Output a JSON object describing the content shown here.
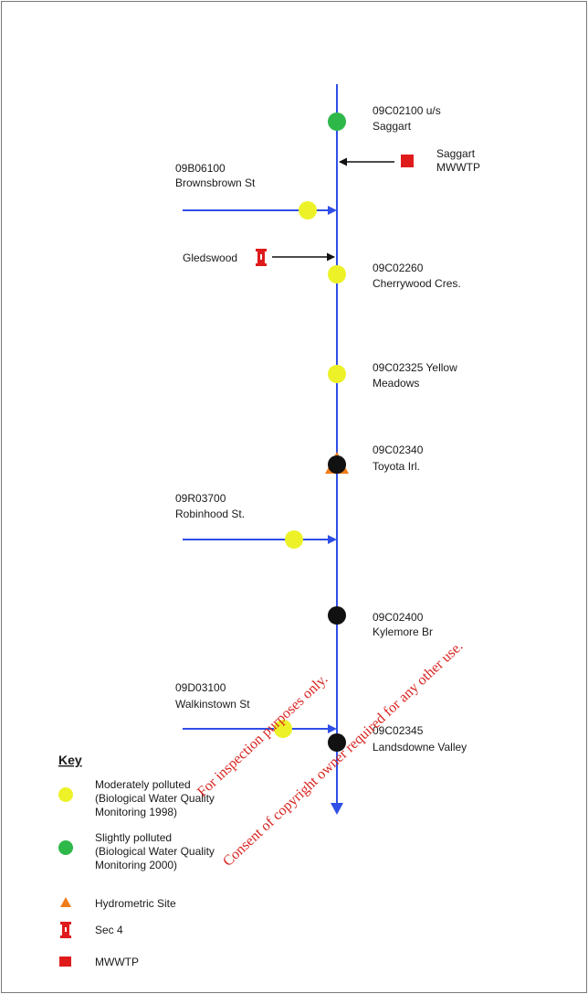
{
  "stations": [
    {
      "code": "09C02100 u/s",
      "name": "Saggart",
      "status": "slightly"
    },
    {
      "code": "09C02260",
      "name": "Cherrywood Cres.",
      "status": "moderate"
    },
    {
      "code": "09C02325 Yellow",
      "name": "Meadows",
      "status": "moderate"
    },
    {
      "code": "09C02340",
      "name": "Toyota Irl.",
      "status": "unknown",
      "hydrometric": true
    },
    {
      "code": "09C02400",
      "name": "Kylemore Br",
      "status": "unknown"
    },
    {
      "code": "09C02345",
      "name": "Landsdowne Valley",
      "status": "unknown"
    }
  ],
  "tributaries": [
    {
      "code": "09B06100",
      "name": "Brownsbrown St",
      "status": "moderate"
    },
    {
      "code": "09R03700",
      "name": "Robinhood St.",
      "status": "moderate"
    },
    {
      "code": "09D03100",
      "name": "Walkinstown St",
      "status": "moderate"
    }
  ],
  "discharges": [
    {
      "name_line1": "Saggart",
      "name_line2": "MWWTP",
      "type": "mwwtp"
    },
    {
      "name": "Gledswood",
      "type": "sec4"
    }
  ],
  "key": {
    "title": "Key",
    "items": [
      {
        "symbol": "yellow-circle",
        "color": "#ecf227",
        "lines": [
          "Moderately polluted",
          "(Biological Water Quality",
          "Monitoring 1998)"
        ]
      },
      {
        "symbol": "green-circle",
        "color": "#2eb84a",
        "lines": [
          "Slightly polluted",
          "(Biological Water Quality",
          "Monitoring 2000)"
        ]
      },
      {
        "symbol": "orange-triangle",
        "color": "#ef7d1a",
        "lines": [
          "Hydrometric Site"
        ]
      },
      {
        "symbol": "red-sec4",
        "color": "#e01b1b",
        "lines": [
          "Sec 4"
        ]
      },
      {
        "symbol": "red-square",
        "color": "#e01b1b",
        "lines": [
          "MWWTP"
        ]
      }
    ]
  },
  "watermark": {
    "line1": "For inspection purposes only.",
    "line2": "Consent of copyright owner required for any other use."
  },
  "colors": {
    "river": "#2f4fe6",
    "moderate": "#ecf227",
    "slightly": "#2eb84a",
    "black": "#111111",
    "hydrometric": "#ef7d1a",
    "red": "#e01b1b",
    "watermark": "#d8231f"
  }
}
